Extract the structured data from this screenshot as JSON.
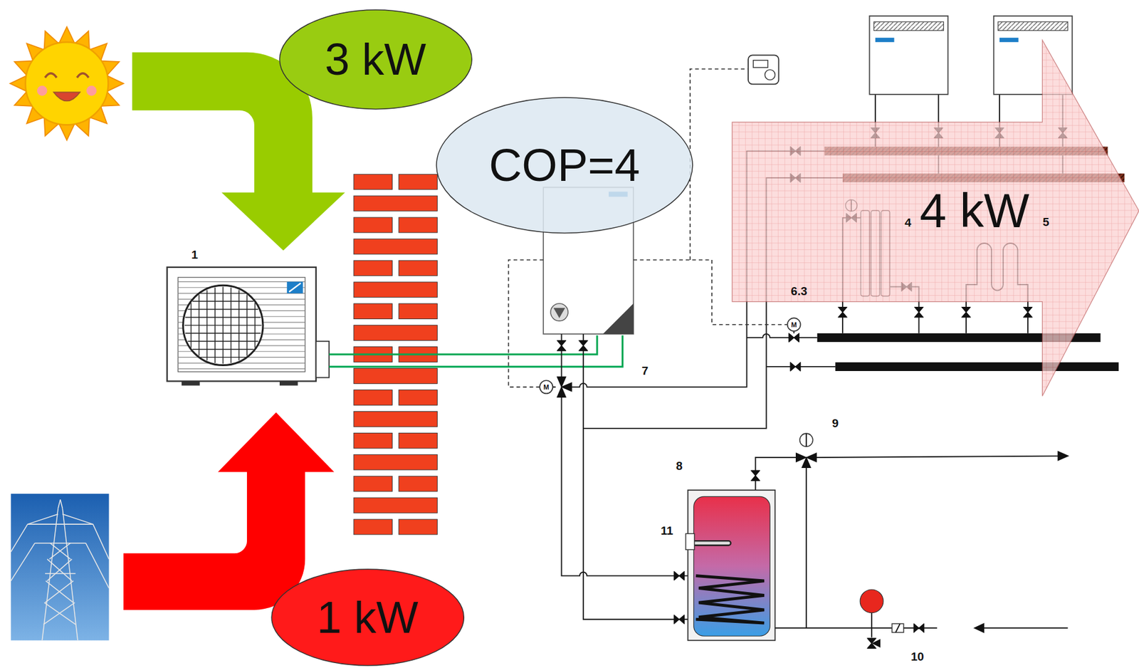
{
  "diagram": {
    "nodes": [
      {
        "text": [
          "3 kW"
        ]
      },
      {
        "text": [
          "COP=4"
        ]
      },
      {
        "text": [
          "4 kW"
        ]
      },
      {
        "text": [
          "1 kW"
        ]
      }
    ],
    "labels": [
      "4",
      "5",
      "1",
      "6.3",
      "M",
      "7",
      "M",
      "9",
      "8",
      "11",
      "10"
    ]
  }
}
